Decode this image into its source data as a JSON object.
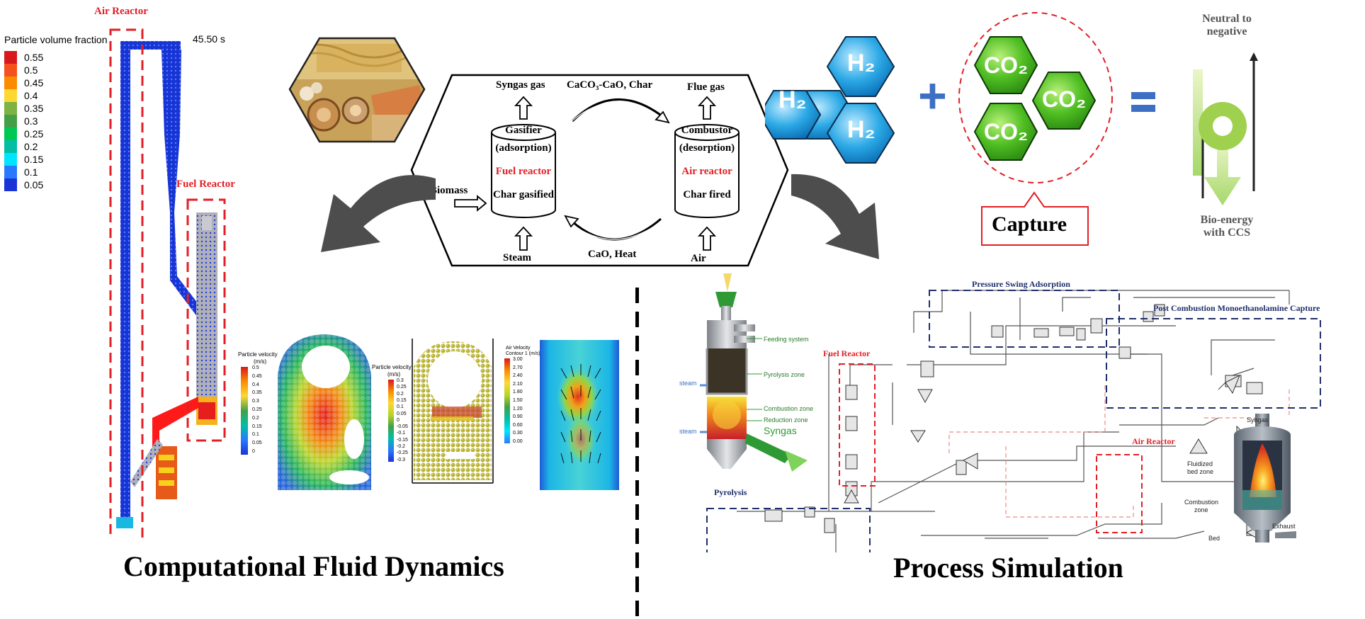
{
  "cfd": {
    "air_reactor_label": "Air Reactor",
    "fuel_reactor_label": "Fuel Reactor",
    "legend_title": "Particle volume fraction",
    "legend": [
      {
        "value": "0.55",
        "color": "#d7191c"
      },
      {
        "value": "0.5",
        "color": "#f4511e"
      },
      {
        "value": "0.45",
        "color": "#fb8c00"
      },
      {
        "value": "0.4",
        "color": "#fdd835"
      },
      {
        "value": "0.35",
        "color": "#7cb342"
      },
      {
        "value": "0.3",
        "color": "#43a047"
      },
      {
        "value": "0.25",
        "color": "#00c853"
      },
      {
        "value": "0.2",
        "color": "#00bfa5"
      },
      {
        "value": "0.15",
        "color": "#00e5ff"
      },
      {
        "value": "0.1",
        "color": "#2979ff"
      },
      {
        "value": "0.05",
        "color": "#1a33d6"
      }
    ],
    "time": "45.50 s",
    "title": "Computational Fluid Dynamics",
    "pv1_title": "Particle velocity",
    "pv1_unit": "(m/s)",
    "pv1_ticks": [
      "0.5",
      "0.45",
      "0.4",
      "0.35",
      "0.3",
      "0.25",
      "0.2",
      "0.15",
      "0.1",
      "0.05",
      "0"
    ],
    "pv2_title": "Particle velocity",
    "pv2_unit": "(m/s)",
    "pv2_ticks": [
      "0.3",
      "0.25",
      "0.2",
      "0.15",
      "0.1",
      "0.05",
      "0",
      "-0.05",
      "-0.1",
      "-0.15",
      "-0.2",
      "-0.25",
      "-0.3"
    ],
    "av_title": "Air Velocity",
    "av_subtitle": "Contour 1 (m/s)",
    "av_ticks": [
      "3.00",
      "2.70",
      "2.40",
      "2.10",
      "1.80",
      "1.50",
      "1.20",
      "0.90",
      "0.60",
      "0.30",
      "0.00"
    ]
  },
  "scheme": {
    "syngas": "Syngas gas",
    "caco3": "CaCO₃-CaO, Char",
    "flue_gas": "Flue gas",
    "gasifier_line1": "Gasifier",
    "gasifier_line2": "(adsorption)",
    "gasifier_line3": "Fuel reactor",
    "gasifier_line4": "Char gasified",
    "combustor_line1": "Combustor",
    "combustor_line2": "(desorption)",
    "combustor_line3": "Air reactor",
    "combustor_line4": "Char fired",
    "biomass": "Biomass",
    "steam": "Steam",
    "cao_heat": "CaO, Heat",
    "air": "Air"
  },
  "products": {
    "h2": "H₂",
    "co2": "CO₂",
    "plus": "+",
    "equals": "=",
    "capture": "Capture",
    "neutral_line1": "Neutral to",
    "neutral_line2": "negative",
    "beccs_line1": "Bio-energy",
    "beccs_line2": "with CCS"
  },
  "process": {
    "title": "Process Simulation",
    "psa": "Pressure Swing Adsorption",
    "mea": "Post Combustion Monoethanolamine Capture",
    "fuel_reactor": "Fuel Reactor",
    "air_reactor": "Air Reactor",
    "pyrolysis": "Pyrolysis",
    "gasifier_labels": [
      "Feeding system",
      "Pyrolysis zone",
      "Combustion zone",
      "Reduction zone",
      "Syngas"
    ],
    "steam1": "steam",
    "steam2": "steam",
    "reactor_labels": {
      "syngas": "Syngas",
      "fluidized1": "Fluidized",
      "fluidized2": "bed zone",
      "combustion1": "Combustion",
      "combustion2": "zone",
      "exhaust": "Exhaust",
      "bed": "Bed"
    }
  }
}
